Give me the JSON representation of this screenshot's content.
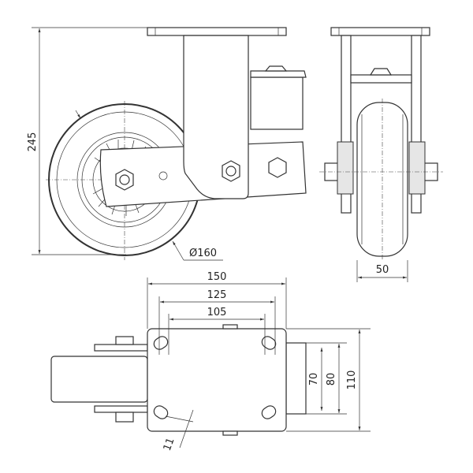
{
  "dimensions": {
    "overall_height": "245",
    "wheel_diameter": "Ø160",
    "wheel_width": "50",
    "plate_length": "150",
    "hole_spacing_outer": "125",
    "hole_spacing_inner": "105",
    "hole_spacing_short_inner": "70",
    "hole_spacing_short_outer": "80",
    "plate_width": "110",
    "slot_width": "11"
  },
  "colors": {
    "line": "#333333",
    "background": "#ffffff"
  }
}
